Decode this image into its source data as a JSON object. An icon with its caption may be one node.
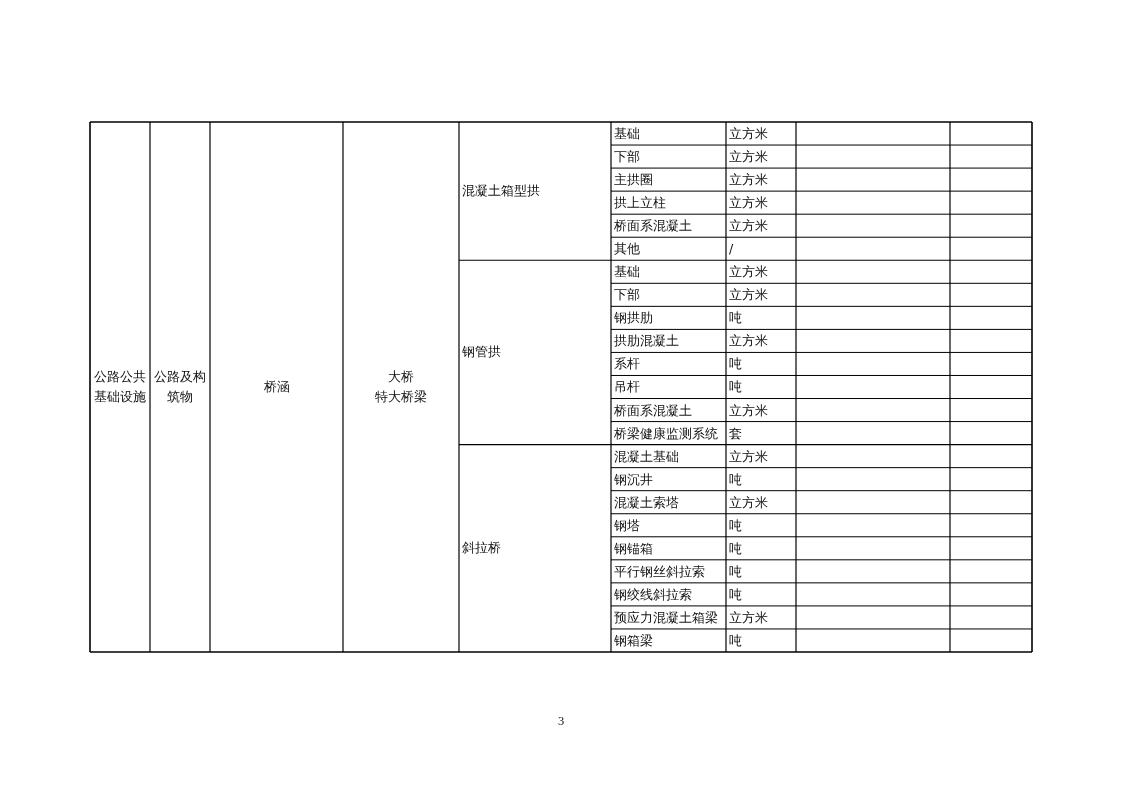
{
  "diagram": {
    "labels": [
      "公路公共基础设施",
      "公路及构筑物",
      "桥涵",
      "大桥",
      "特大桥梁",
      "混凝土箱型拱",
      "基础",
      "立方米",
      "下部",
      "立方米",
      "主拱圈",
      "立方米",
      "拱上立柱",
      "立方米",
      "桥面系混凝土",
      "立方米",
      "其他",
      "/",
      "钢管拱",
      "基础",
      "立方米",
      "下部",
      "立方米",
      "钢拱肋",
      "吨",
      "拱肋混凝土",
      "立方米",
      "系杆",
      "吨",
      "吊杆",
      "吨",
      "桥面系混凝土",
      "立方米",
      "桥梁健康监测系统",
      "套",
      "斜拉桥",
      "混凝土基础",
      "立方米",
      "钢沉井",
      "吨",
      "混凝土索塔",
      "立方米",
      "钢塔",
      "吨",
      "钢锚箱",
      "吨",
      "平行钢丝斜拉索",
      "吨",
      "钢绞线斜拉索",
      "吨",
      "预应力混凝土箱梁",
      "立方米",
      "钢箱梁",
      "吨",
      "3"
    ]
  }
}
